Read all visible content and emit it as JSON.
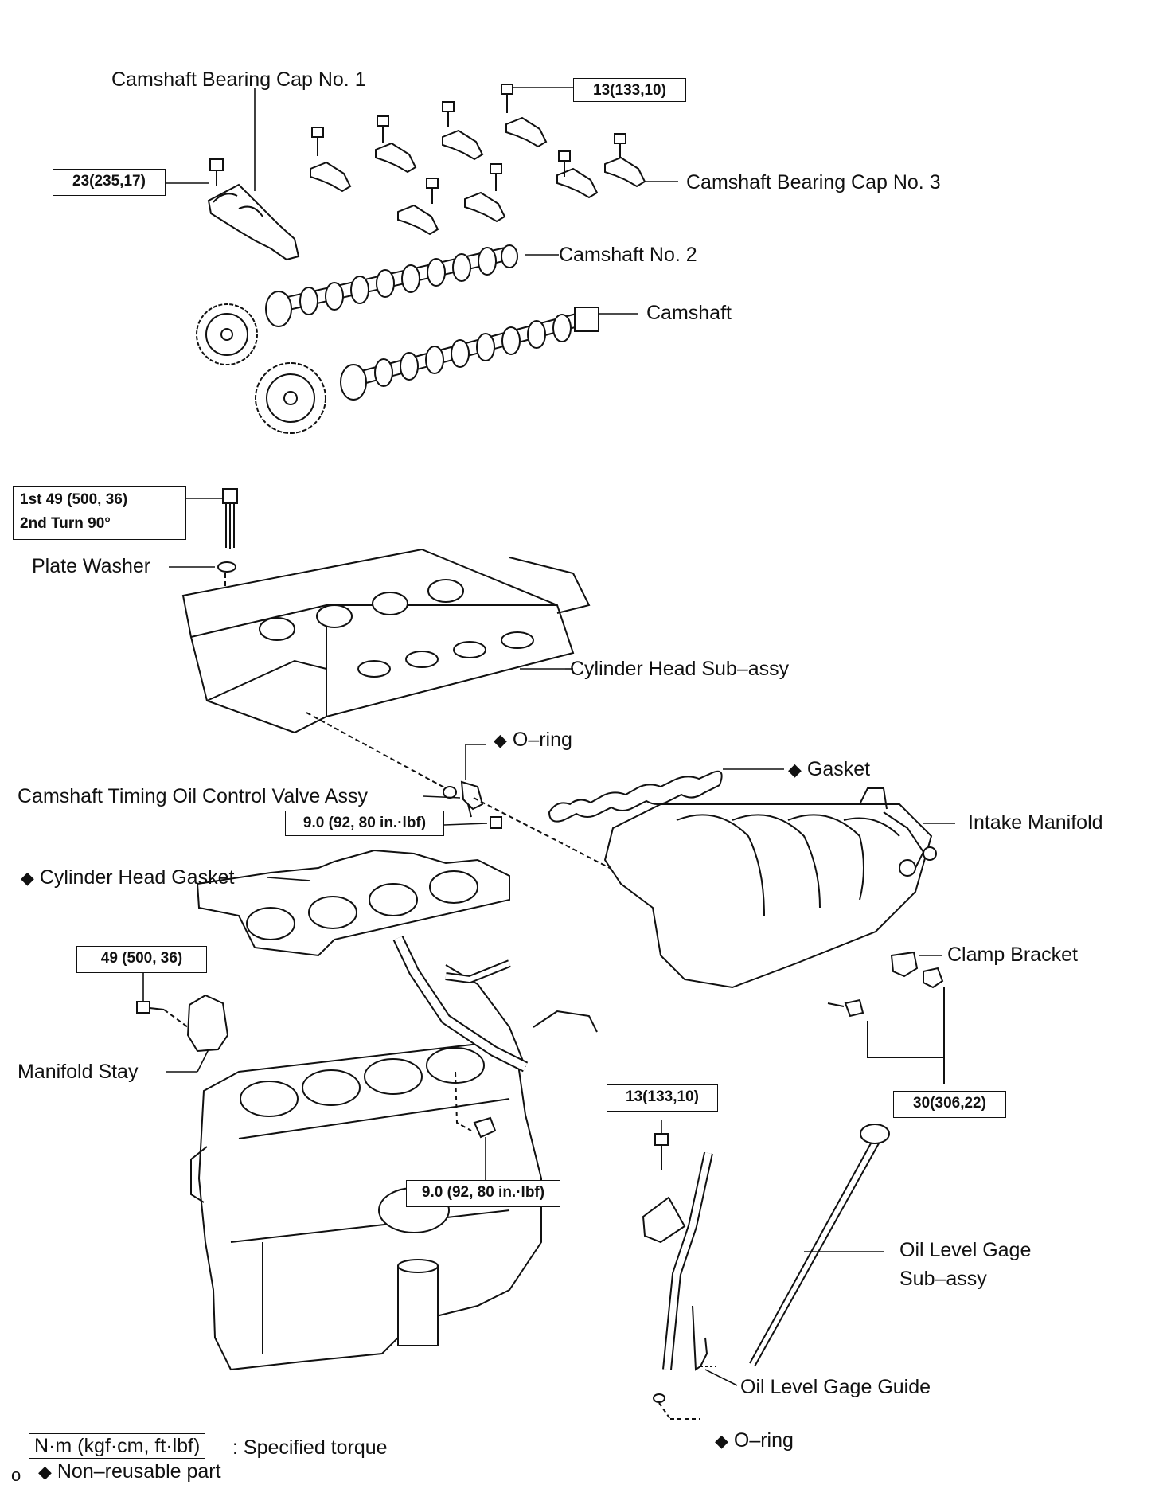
{
  "labels": {
    "cap1": "Camshaft Bearing Cap No. 1",
    "cap3": "Camshaft Bearing Cap No. 3",
    "cam2": "Camshaft No. 2",
    "cam": "Camshaft",
    "plate_washer": "Plate Washer",
    "head": "Cylinder Head Sub–assy",
    "oring_top": "O–ring",
    "gasket": "Gasket",
    "ocv": "Camshaft Timing Oil Control Valve Assy",
    "intake": "Intake Manifold",
    "head_gasket": "Cylinder Head Gasket",
    "clamp": "Clamp Bracket",
    "stay": "Manifold Stay",
    "gage_line1": "Oil Level Gage",
    "gage_line2": "Sub–assy",
    "gage_guide": "Oil Level Gage Guide",
    "oring_bottom": "O–ring"
  },
  "diamond": "◆",
  "torques": {
    "cap_small": "13(133,10)",
    "cap_large": "23(235,17)",
    "head_bolt_1": "1st 49 (500, 36)",
    "head_bolt_2": "2nd Turn 90°",
    "ocv": "9.0 (92, 80 in.·lbf)",
    "stay": "49 (500, 36)",
    "intake": "30(306,22)",
    "gage_guide": "13(133,10)",
    "block": "9.0 (92, 80 in.·lbf)"
  },
  "legend": {
    "unit_box": "N·m (kgf·cm, ft·lbf)",
    "unit_text": ": Specified torque",
    "nonreusable": "Non–reusable part",
    "corner_mark": "o"
  }
}
